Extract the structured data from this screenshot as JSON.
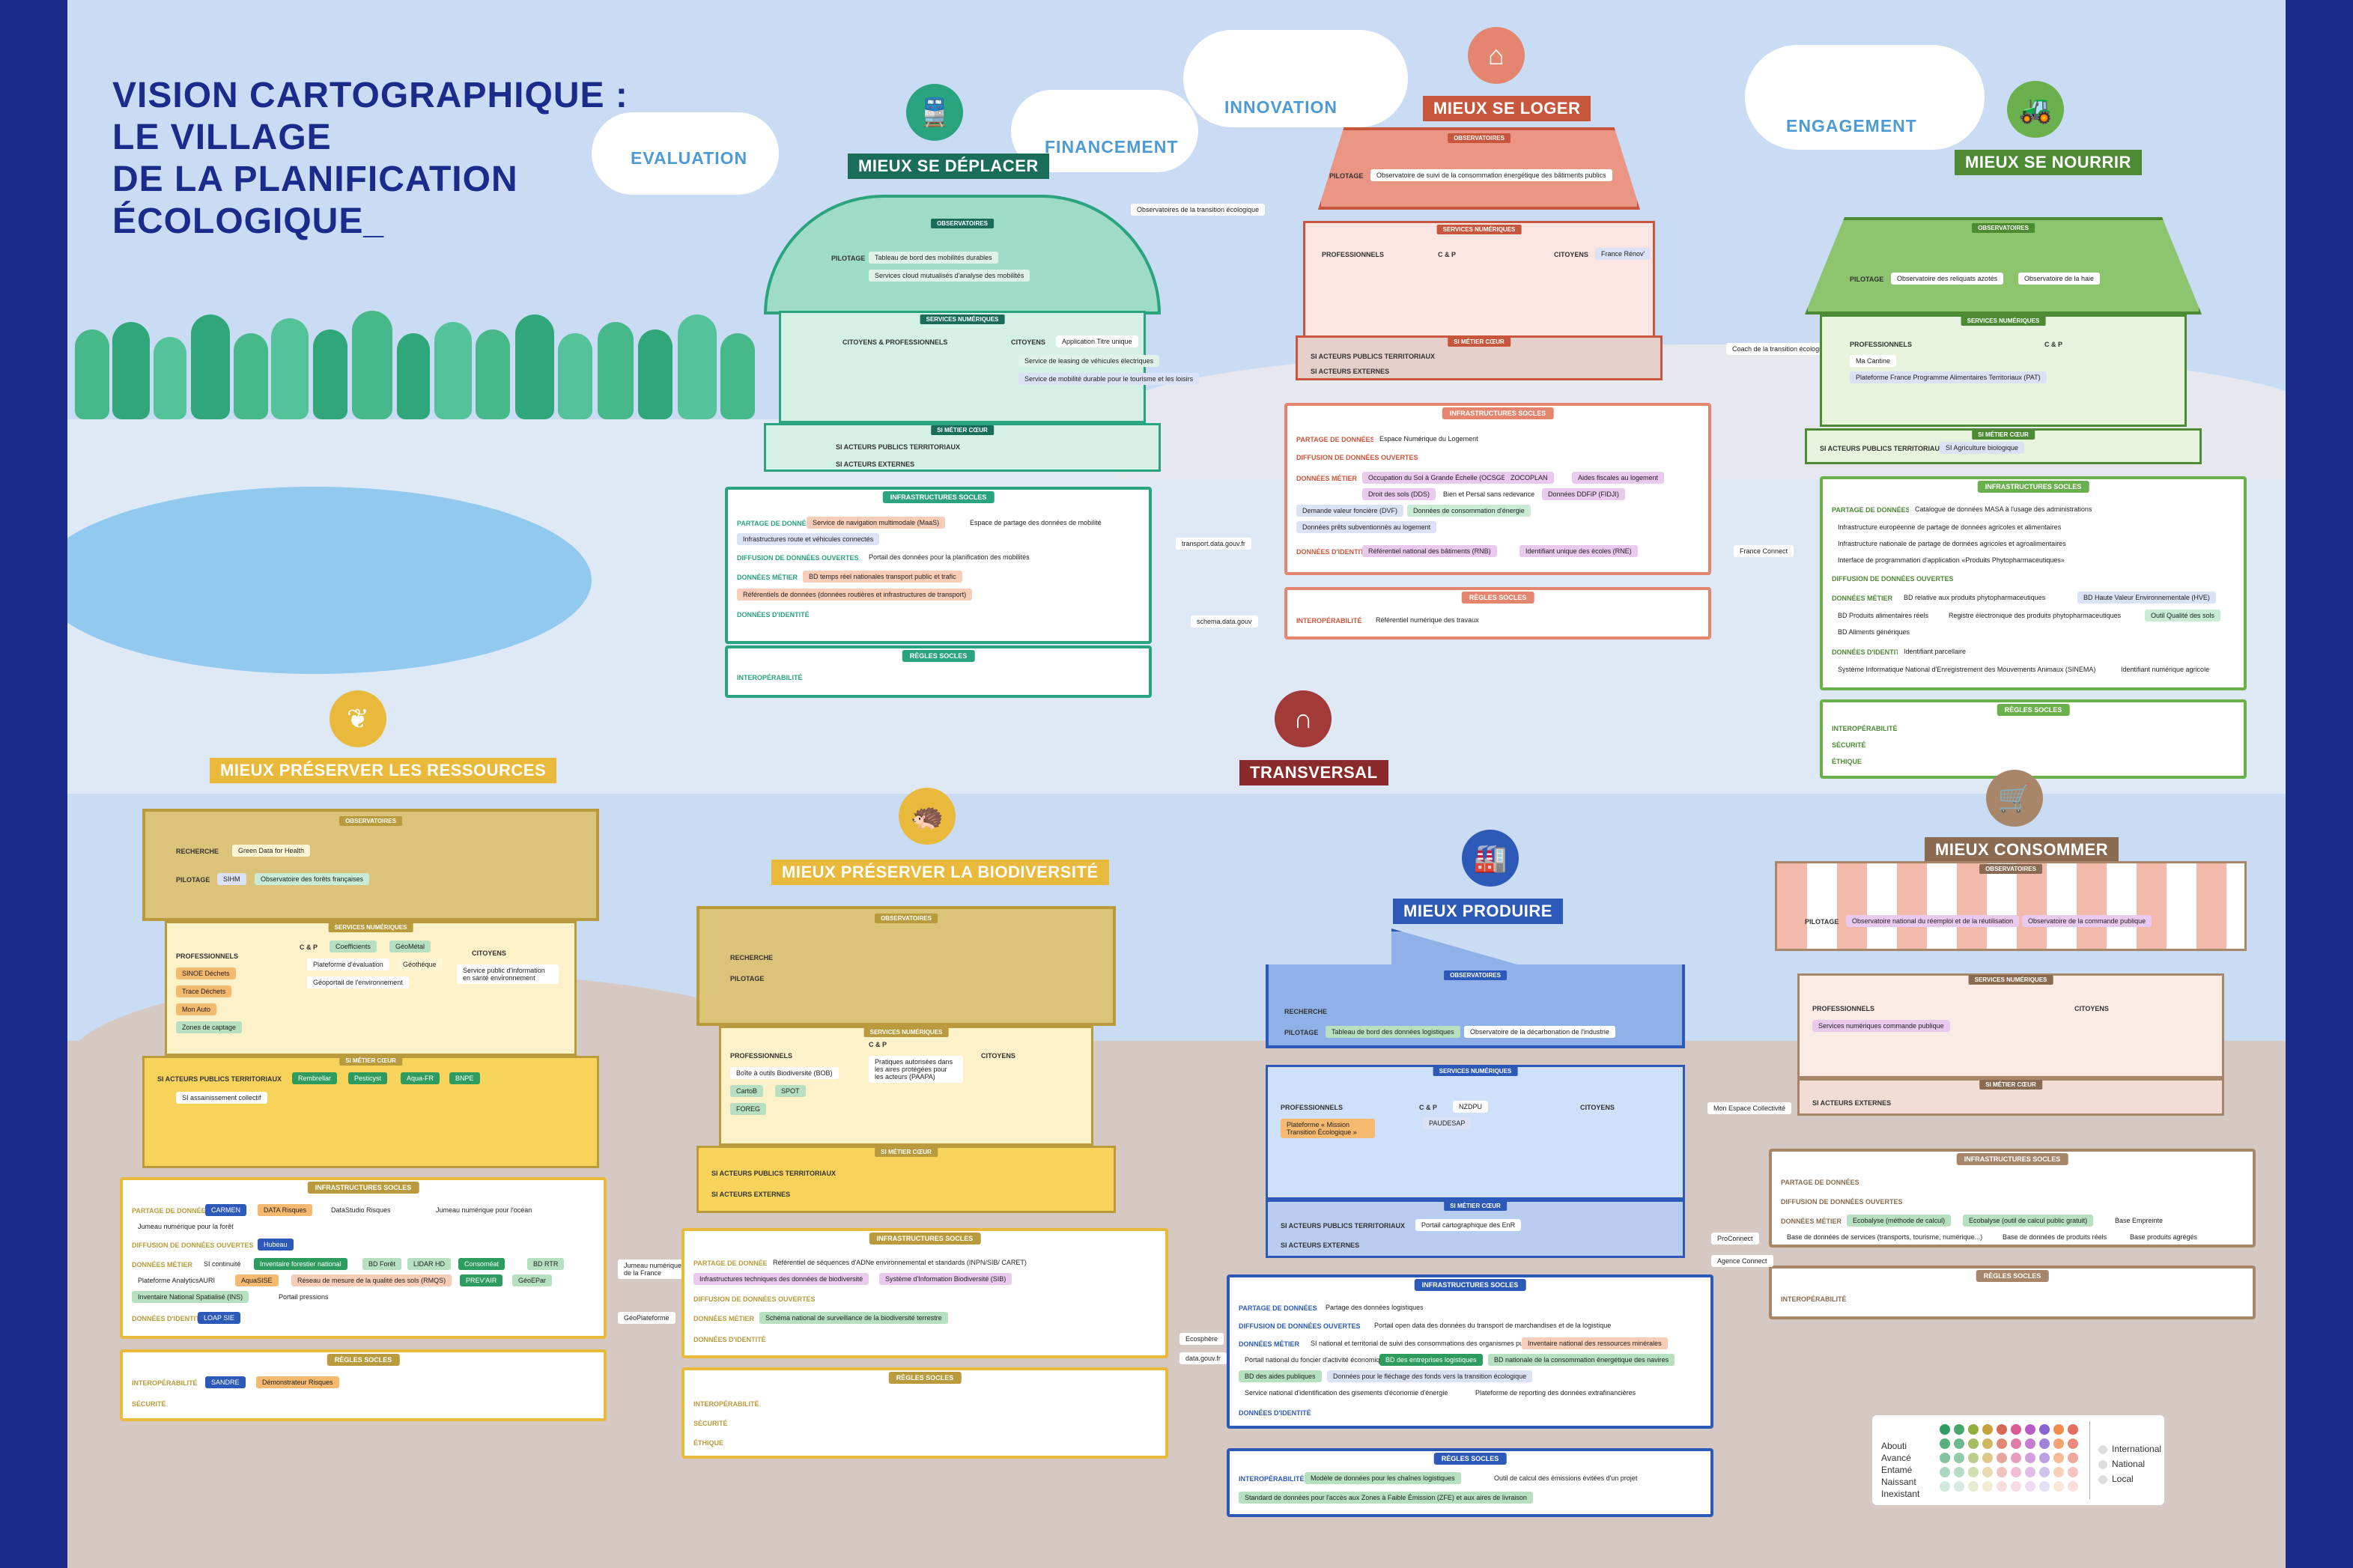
{
  "title": {
    "l1": "VISION CARTOGRAPHIQUE :",
    "l2": "LE VILLAGE",
    "l3": "DE LA PLANIFICATION",
    "l4": "ÉCOLOGIQUE_"
  },
  "clouds": [
    "EVALUATION",
    "FINANCEMENT",
    "INNOVATION",
    "ENGAGEMENT"
  ],
  "common": {
    "observatoires": "OBSERVATOIRES",
    "services": "SERVICES NUMÉRIQUES",
    "si_coeur": "SI MÉTIER CŒUR",
    "infra": "INFRASTRUCTURES SOCLES",
    "regles": "RÈGLES SOCLES",
    "pilotage": "PILOTAGE",
    "recherche": "RECHERCHE",
    "professionnels": "PROFESSIONNELS",
    "cp": "C & P",
    "citoyens": "CITOYENS",
    "cit_pro": "CITOYENS & PROFESSIONNELS",
    "acteurs_publics": "SI ACTEURS PUBLICS TERRITORIAUX",
    "acteurs_ext": "SI ACTEURS EXTERNES",
    "partage": "PARTAGE DE DONNÉES",
    "diffusion": "DIFFUSION DE DONNÉES OUVERTES",
    "donnees_metier": "DONNÉES MÉTIER",
    "identite": "DONNÉES D'IDENTITÉ",
    "interop": "INTEROPÉRABILITÉ",
    "securite": "SÉCURITÉ",
    "ethique": "ÉTHIQUE"
  },
  "deplacer": {
    "banner": "MIEUX SE DÉPLACER",
    "pilotage": [
      "Tableau de bord des mobilités durables",
      "Services cloud mutualisés d'analyse des mobilités"
    ],
    "cit_pro": "Application Titre unique",
    "citoyens": [
      "Service de leasing de véhicules électriques",
      "Service de mobilité durable pour le tourisme et les loisirs"
    ],
    "partage": [
      "Service de navigation multimodale (MaaS)",
      "Espace de partage des données de mobilité",
      "Infrastructures route et véhicules connectés"
    ],
    "diffusion": "Portail des données pour la planification des mobilités",
    "metier": [
      "BD temps réel nationales transport public et trafic",
      "Référentiels de données (données routières et infrastructures de transport)"
    ],
    "link1": "transport.data.gouv.fr",
    "link2": "schema.data.gouv"
  },
  "loger": {
    "banner": "MIEUX SE LOGER",
    "pilotage": "Observatoire de suivi de la consommation énergétique des bâtiments publics",
    "citoyens": "France Rénov'",
    "side": "Observatoires de la transition écologique",
    "partage": "Espace Numérique du Logement",
    "metier": [
      "Occupation du Sol à Grande Échelle (OCSGE)",
      "ZOCOPLAN",
      "Aides fiscales au logement",
      "Droit des sols (DDS)",
      "Bien et Persal sans redevance",
      "Données DDFiP (FIDJI)",
      "Demande valeur foncière (DVF)",
      "Données de consommation d'énergie",
      "Données prêts subventionnés au logement"
    ],
    "identite": [
      "Référentiel national des bâtiments (RNB)",
      "Identifiant unique des écoles (RNE)"
    ],
    "interop": "Référentiel numérique des travaux",
    "link": "France Connect"
  },
  "nourrir": {
    "banner": "MIEUX SE NOURRIR",
    "pilotage": [
      "Observatoire des reliquats azotés",
      "Observatoire de la haie"
    ],
    "professionnels": [
      "Ma Cantine",
      "Plateforme France Programme Alimentaires Territoriaux (PAT)"
    ],
    "side": "Coach de la transition écologique pour les ménages",
    "acteurs": "SI Agriculture biologique",
    "partage": [
      "Catalogue de données MASA à l'usage des administrations",
      "Infrastructure européenne de partage de données agricoles et alimentaires",
      "Infrastructure nationale de partage de données agricoles et agroalimentaires",
      "Interface de programmation d'application «Produits Phytopharmaceutiques»"
    ],
    "metier": [
      "BD relative aux produits phytopharmaceutiques",
      "BD Haute Valeur Environnementale (HVE)",
      "BD Produits alimentaires réels",
      "Registre électronique des produits phytopharmaceutiques",
      "Outil Qualité des sols",
      "BD Aliments génériques"
    ],
    "identite": [
      "Identifiant parcellaire",
      "Système Informatique National d'Enregistrement des Mouvements Animaux (SINEMA)",
      "Identifiant numérique agricole"
    ]
  },
  "transversal": {
    "banner": "TRANSVERSAL"
  },
  "ressources": {
    "banner": "MIEUX PRÉSERVER LES RESSOURCES",
    "recherche": "Green Data for Health",
    "pilotage": [
      "SIHM",
      "Observatoire des forêts françaises"
    ],
    "professionnels": [
      "SINOE Déchets",
      "Trace Déchets",
      "Mon Auto",
      "Zones de captage"
    ],
    "cp": [
      "Coefficients",
      "GéoMétal",
      "Plateforme d'évaluation",
      "Géothéque",
      "Géoportail de l'environnement"
    ],
    "citoyens": "Service public d'information en santé environnement",
    "acteurs": [
      "Rembrellar",
      "Pesticyst",
      "Aqua-FR",
      "BNPE"
    ],
    "acteurs2": "SI assainissement collectif",
    "partage": [
      "CARMEN",
      "DATA Risques",
      "DataStudio Risques",
      "Jumeau numérique pour l'océan",
      "Jumeau numérique pour la forêt"
    ],
    "diffusion": "Hubeau",
    "metier": [
      "SI continuité",
      "Inventaire forestier national",
      "BD Forêt",
      "LIDAR HD",
      "Consoméat",
      "BD RTR",
      "Plateforme AnalyticsAURI",
      "AquaSISE",
      "Réseau de mesure de la qualité des sols (RMQS)",
      "PREV'AIR",
      "GéoEPar",
      "Inventaire National Spatialisé (INS)",
      "Portail pressions"
    ],
    "identite": "LOAP SIE",
    "interop": [
      "SANDRE",
      "Démonstrateur Risques"
    ],
    "link1": "Jumeau numérique de la France",
    "link2": "GéoPlateforme"
  },
  "biodiv": {
    "banner": "MIEUX PRÉSERVER LA BIODIVERSITÉ",
    "professionnels": [
      "Boîte à outils Biodiversité (BOB)",
      "CartoB",
      "SPOT",
      "FOREG"
    ],
    "cp": "Pratiques autorisées dans les aires protégées pour les acteurs (PAAPA)",
    "partage": [
      "Référentiel de séquences d'ADNe environnemental et standards (INPN/SIB/ CARET)",
      "Infrastructures techniques des données de biodiversité",
      "Système d'Information Biodiversité (SIB)"
    ],
    "metier": "Schéma national de surveillance de la biodiversité terrestre"
  },
  "produire": {
    "banner": "MIEUX PRODUIRE",
    "pilotage": [
      "Tableau de bord des données logistiques",
      "Observatoire de la décarbonation de l'industrie"
    ],
    "professionnels": "Plateforme « Mission Transition Écologique »",
    "cp": [
      "NZDPU",
      "PAUDESAP"
    ],
    "acteurs": "Portail cartographique des EnR",
    "partage": "Partage des données logistiques",
    "diffusion": "Portail open data des données du transport de marchandises et de la logistique",
    "metier": [
      "SI national et territorial de suivi des consommations des organismes publics",
      "Inventaire national des ressources minérales",
      "Portail national du foncier d'activité économique",
      "BD des entreprises logistiques",
      "BD nationale de la consommation énergétique des navires",
      "BD des aides publiques",
      "Données pour le fléchage des fonds vers la transition écologique",
      "Service national d'identification des gisements d'économie d'énergie",
      "Plateforme de reporting des données extrafinancières"
    ],
    "interop": [
      "Modèle de données pour les chaînes logistiques",
      "Outil de calcul des émissions évitées d'un projet",
      "Standard de données pour l'accès aux Zones à Faible Émission (ZFE) et aux aires de livraison"
    ],
    "link1": "Ecosphère",
    "link2": "data.gouv.fr"
  },
  "consommer": {
    "banner": "MIEUX CONSOMMER",
    "pilotage": [
      "Observatoire national du réemploi et de la réutilisation",
      "Observatoire de la commande publique"
    ],
    "professionnels": "Services numériques commande publique",
    "side": "Mon Espace Collectivité",
    "metier": [
      "Ecobalyse (méthode de calcul)",
      "Ecobalyse (outil de calcul public gratuit)",
      "Base Empreinte",
      "Base de données de services (transports, tourisme, numérique...)",
      "Base de données de produits réels",
      "Base produits agrégés"
    ],
    "link1": "ProConnect",
    "link2": "Agence Connect"
  },
  "legend": {
    "states": [
      "Abouti",
      "Avancé",
      "Entamé",
      "Naissant",
      "Inexistant"
    ],
    "scopes": [
      "International",
      "National",
      "Local"
    ],
    "palette": [
      "#2e9b5f",
      "#48a870",
      "#8fae3c",
      "#c7a23a",
      "#d66a55",
      "#d85b93",
      "#b75bc6",
      "#8a63d2",
      "#ef8d4f",
      "#e86b5f"
    ]
  },
  "colors": {
    "deplacer": "#2aa37f",
    "loger": "#e4866f",
    "nourrir": "#6ab04c",
    "ressources": "#e8b93a",
    "biodiv": "#d9a534",
    "produire": "#2d5ab8",
    "consommer": "#a8866a",
    "transversal": "#a23a3a"
  }
}
